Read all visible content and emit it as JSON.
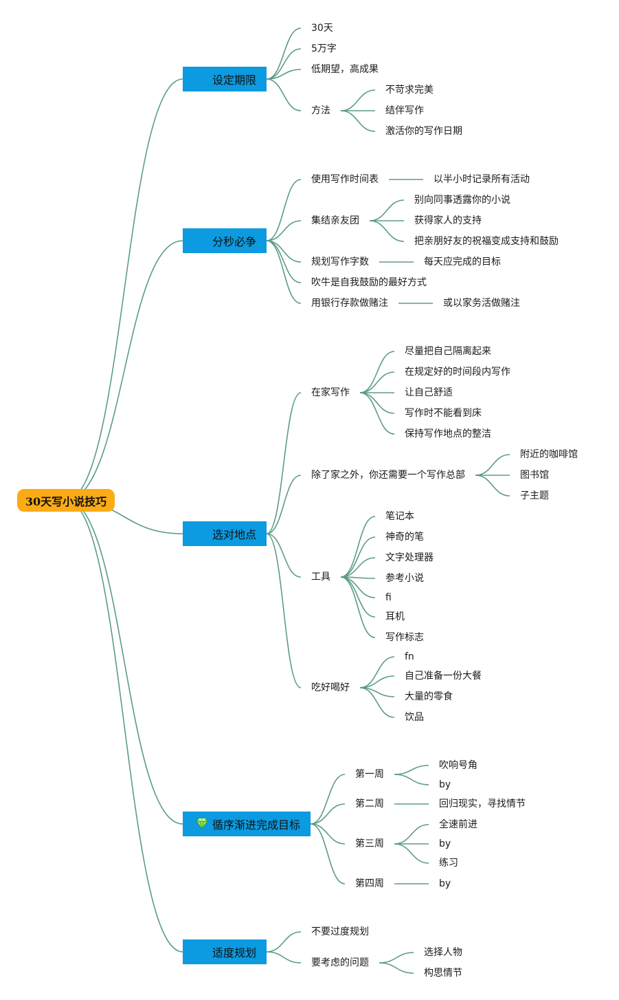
{
  "colors": {
    "root": "#fbab16",
    "main": "#0c9ae0",
    "edge": "#5b9b86"
  },
  "root": {
    "label": "30天写小说技巧"
  },
  "branches": [
    {
      "label": "设定期限",
      "children": [
        {
          "label": "30天"
        },
        {
          "label": "5万字"
        },
        {
          "label": "低期望，高成果"
        },
        {
          "label": "方法",
          "children": [
            {
              "label": "不苛求完美"
            },
            {
              "label": "结伴写作"
            },
            {
              "label": "激活你的写作日期"
            }
          ]
        }
      ]
    },
    {
      "label": "分秒必争",
      "children": [
        {
          "label": "使用写作时间表",
          "children": [
            {
              "label": "以半小时记录所有活动"
            }
          ]
        },
        {
          "label": "集结亲友团",
          "children": [
            {
              "label": "别向同事透露你的小说"
            },
            {
              "label": "获得家人的支持"
            },
            {
              "label": "把亲朋好友的祝福变成支持和鼓励"
            }
          ]
        },
        {
          "label": "规划写作字数",
          "children": [
            {
              "label": "每天应完成的目标"
            }
          ]
        },
        {
          "label": "吹牛是自我鼓励的最好方式"
        },
        {
          "label": "用银行存款做赌注",
          "children": [
            {
              "label": "或以家务活做赌注"
            }
          ]
        }
      ]
    },
    {
      "label": "选对地点",
      "children": [
        {
          "label": "在家写作",
          "children": [
            {
              "label": "尽量把自己隔离起来"
            },
            {
              "label": "在规定好的时间段内写作"
            },
            {
              "label": "让自己舒适"
            },
            {
              "label": "写作时不能看到床"
            },
            {
              "label": "保持写作地点的整洁"
            }
          ]
        },
        {
          "label": "除了家之外，你还需要一个写作总部",
          "children": [
            {
              "label": "附近的咖啡馆"
            },
            {
              "label": "图书馆"
            },
            {
              "label": "子主题"
            }
          ]
        },
        {
          "label": "工具",
          "children": [
            {
              "label": "笔记本"
            },
            {
              "label": "神奇的笔"
            },
            {
              "label": "文字处理器"
            },
            {
              "label": "参考小说"
            },
            {
              "label": "fi"
            },
            {
              "label": "耳机"
            },
            {
              "label": "写作标志"
            }
          ]
        },
        {
          "label": "吃好喝好",
          "children": [
            {
              "label": "fn"
            },
            {
              "label": "自己准备一份大餐"
            },
            {
              "label": "大量的零食"
            },
            {
              "label": "饮品"
            }
          ]
        }
      ]
    },
    {
      "label": "循序渐进完成目标",
      "icon": "gem-icon",
      "children": [
        {
          "label": "第一周",
          "children": [
            {
              "label": "吹响号角"
            },
            {
              "label": "by"
            }
          ]
        },
        {
          "label": "第二周",
          "children": [
            {
              "label": "回归现实，寻找情节"
            }
          ]
        },
        {
          "label": "第三周",
          "children": [
            {
              "label": "全速前进"
            },
            {
              "label": "by"
            },
            {
              "label": "练习"
            }
          ]
        },
        {
          "label": "第四周",
          "children": [
            {
              "label": "by"
            }
          ]
        }
      ]
    },
    {
      "label": "适度规划",
      "children": [
        {
          "label": "不要过度规划"
        },
        {
          "label": "要考虑的问题",
          "children": [
            {
              "label": "选择人物"
            },
            {
              "label": "构思情节"
            }
          ]
        }
      ]
    }
  ]
}
